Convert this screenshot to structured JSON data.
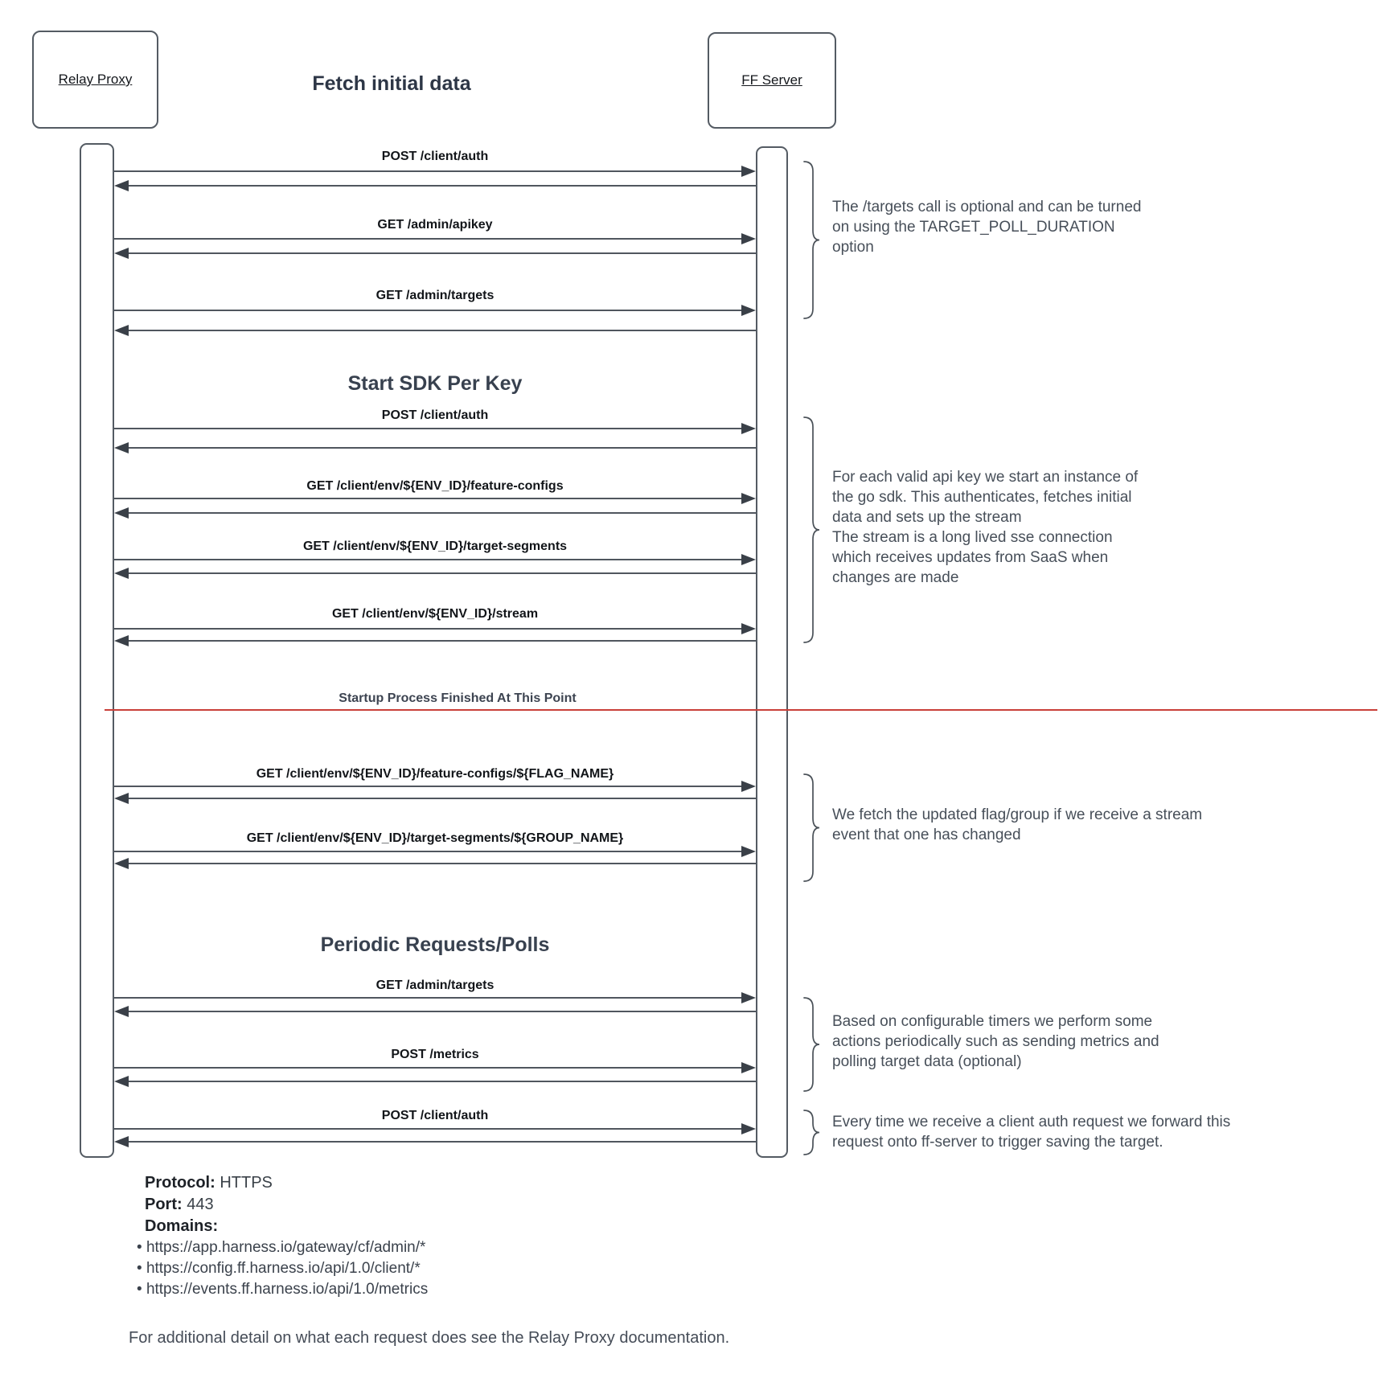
{
  "diagram": {
    "title": "Fetch initial data",
    "actors": [
      {
        "name": "Relay Proxy"
      },
      {
        "name": "FF Server"
      }
    ],
    "rows": [
      {
        "type": "message",
        "label": "POST /client/auth"
      },
      {
        "type": "message",
        "label": "GET /admin/apikey"
      },
      {
        "type": "message",
        "label": "GET /admin/targets"
      },
      {
        "type": "heading",
        "label": "Start SDK Per Key"
      },
      {
        "type": "message",
        "label": "POST /client/auth"
      },
      {
        "type": "message",
        "label": "GET /client/env/${ENV_ID}/feature-configs"
      },
      {
        "type": "message",
        "label": "GET /client/env/${ENV_ID}/target-segments"
      },
      {
        "type": "message",
        "label": "GET /client/env/${ENV_ID}/stream"
      },
      {
        "type": "separator",
        "label": "Startup Process Finished At This Point"
      },
      {
        "type": "message",
        "label": "GET /client/env/${ENV_ID}/feature-configs/${FLAG_NAME}"
      },
      {
        "type": "message",
        "label": "GET /client/env/${ENV_ID}/target-segments/${GROUP_NAME}"
      },
      {
        "type": "heading",
        "label": "Periodic Requests/Polls"
      },
      {
        "type": "message",
        "label": "GET /admin/targets"
      },
      {
        "type": "message",
        "label": "POST /metrics"
      },
      {
        "type": "message",
        "label": "POST /client/auth"
      }
    ],
    "annotations": [
      {
        "text": "The /targets call is optional and can be turned\non using the TARGET_POLL_DURATION\noption"
      },
      {
        "text": "For each valid api key we start an instance of\nthe go sdk. This authenticates, fetches initial\ndata and sets up the stream\nThe stream is a long lived sse connection\nwhich receives updates from SaaS when\nchanges are made"
      },
      {
        "text": "We fetch the updated flag/group if we receive a stream\nevent that one has changed"
      },
      {
        "text": "Based on configurable timers we perform some\nactions periodically such as sending metrics and\npolling target data (optional)"
      },
      {
        "text": "Every time we receive a client auth request we forward this\nrequest onto ff-server to trigger saving the target."
      }
    ],
    "footer": {
      "protocol_label": "Protocol:",
      "protocol_value": "HTTPS",
      "port_label": "Port:",
      "port_value": "443",
      "domains_label": "Domains:",
      "domains": [
        "https://app.harness.io/gateway/cf/admin/*",
        "https://config.ff.harness.io/api/1.0/client/*",
        "https://events.ff.harness.io/api/1.0/metrics"
      ],
      "note": "For additional detail on what each request does see the Relay Proxy documentation."
    },
    "colors": {
      "line": "#50565e",
      "arrowhead": "#3a4048",
      "red_line": "#c94039",
      "heading": "#38414f",
      "annotation": "#474f59"
    }
  }
}
